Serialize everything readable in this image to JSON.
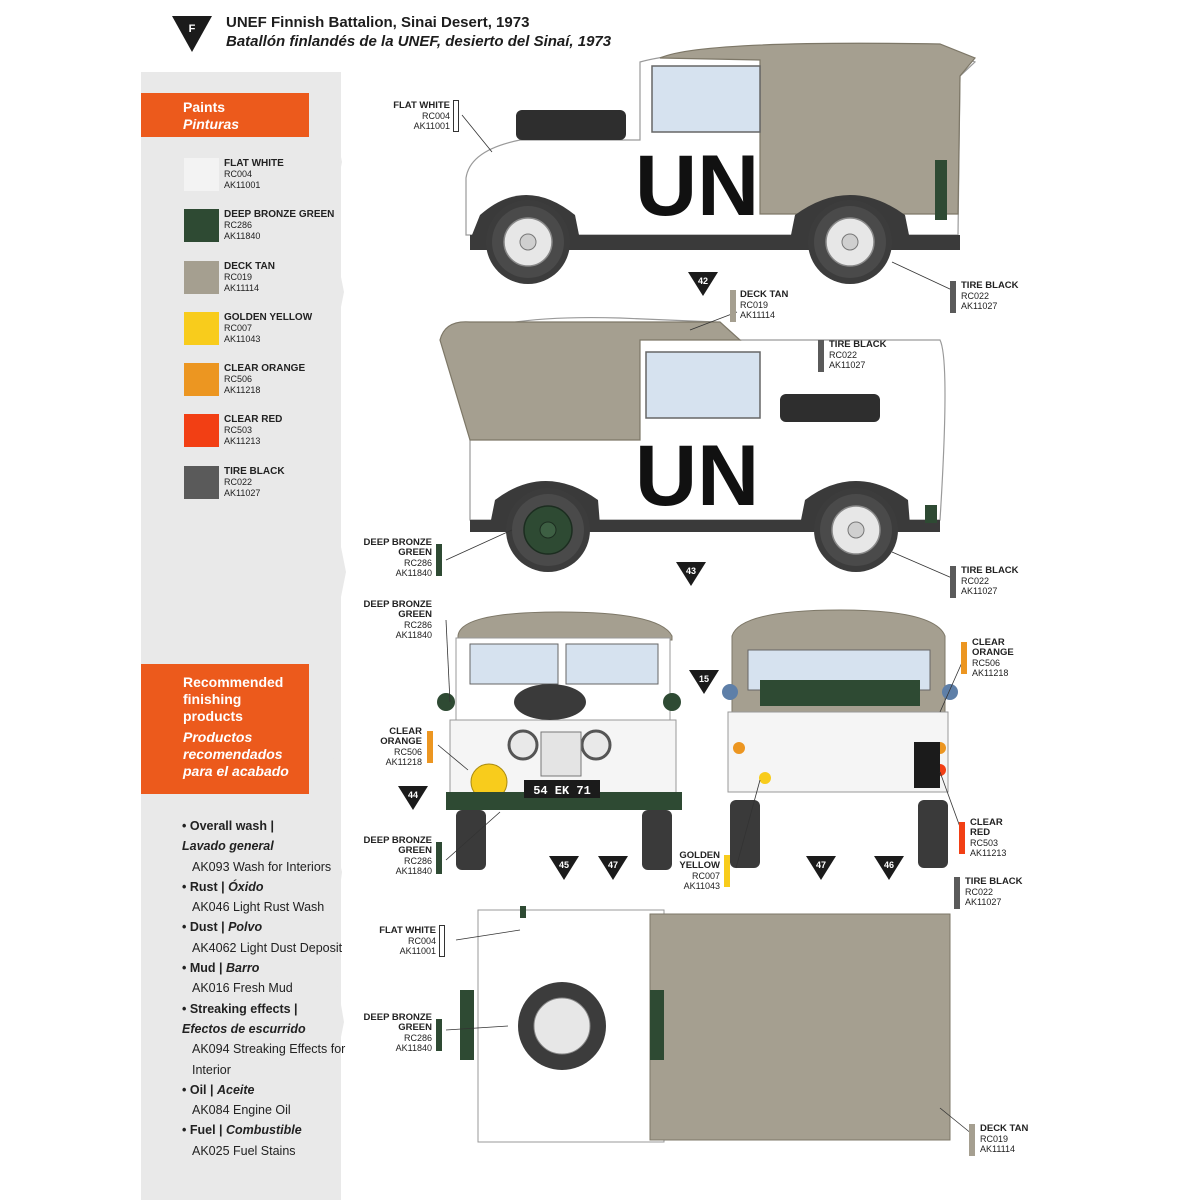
{
  "header": {
    "badge_letter": "F",
    "title_en": "UNEF Finnish Battalion, Sinai Desert, 1973",
    "title_es": "Batallón finlandés de la UNEF, desierto del Sinaí, 1973"
  },
  "paints_section": {
    "title_en": "Paints",
    "title_es": "Pinturas"
  },
  "paints": [
    {
      "name": "FLAT WHITE",
      "code1": "RC004",
      "code2": "AK11001",
      "color": "#f3f3f3"
    },
    {
      "name": "DEEP BRONZE GREEN",
      "code1": "RC286",
      "code2": "AK11840",
      "color": "#2e4a33"
    },
    {
      "name": "DECK TAN",
      "code1": "RC019",
      "code2": "AK11114",
      "color": "#a59f90"
    },
    {
      "name": "GOLDEN YELLOW",
      "code1": "RC007",
      "code2": "AK11043",
      "color": "#f8cc1c"
    },
    {
      "name": "CLEAR ORANGE",
      "code1": "RC506",
      "code2": "AK11218",
      "color": "#ec9621"
    },
    {
      "name": "CLEAR RED",
      "code1": "RC503",
      "code2": "AK11213",
      "color": "#f23f14"
    },
    {
      "name": "TIRE BLACK",
      "code1": "RC022",
      "code2": "AK11027",
      "color": "#5a5a5a"
    }
  ],
  "finishing_section": {
    "title_en_1": "Recommended",
    "title_en_2": "finishing",
    "title_en_3": "products",
    "title_es_1": "Productos",
    "title_es_2": "recomendados",
    "title_es_3": "para el acabado"
  },
  "finishing": {
    "wash_label": "• Overall wash |",
    "wash_label_es": "Lavado general",
    "wash_product": "AK093 Wash for Interiors",
    "rust_label": "• Rust | ",
    "rust_label_es": "Óxido",
    "rust_product": "AK046 Light Rust Wash",
    "dust_label": "• Dust | ",
    "dust_label_es": "Polvo",
    "dust_product": "AK4062 Light Dust Deposit",
    "mud_label": "• Mud | ",
    "mud_label_es": "Barro",
    "mud_product": "AK016 Fresh Mud",
    "streak_label": "• Streaking effects |",
    "streak_label_es": "Efectos de escurrido",
    "streak_product_1": "AK094 Streaking Effects for",
    "streak_product_2": "Interior",
    "oil_label": "• Oil | ",
    "oil_label_es": "Aceite",
    "oil_product": "AK084 Engine Oil",
    "fuel_label": "• Fuel | ",
    "fuel_label_es": "Combustible",
    "fuel_product": "AK025 Fuel Stains"
  },
  "vehicle": {
    "door_marking": "UN",
    "plate": "54 EK 71"
  },
  "callouts": {
    "flat_white": "FLAT WHITE",
    "rc004": "RC004",
    "ak11001": "AK11001",
    "deep_bronze": "DEEP BRONZE",
    "green": "GREEN",
    "rc286": "RC286",
    "ak11840": "AK11840",
    "deck_tan": "DECK TAN",
    "rc019": "RC019",
    "ak11114": "AK11114",
    "tire_black": "TIRE BLACK",
    "rc022": "RC022",
    "ak11027": "AK11027",
    "clear": "CLEAR",
    "orange": "ORANGE",
    "rc506": "RC506",
    "ak11218": "AK11218",
    "red": "RED",
    "rc503": "RC503",
    "ak11213": "AK11213",
    "golden": "GOLDEN",
    "yellow": "YELLOW",
    "rc007": "RC007",
    "ak11043": "AK11043"
  },
  "markers": [
    "42",
    "43",
    "44",
    "45",
    "47",
    "15",
    "47",
    "46"
  ]
}
